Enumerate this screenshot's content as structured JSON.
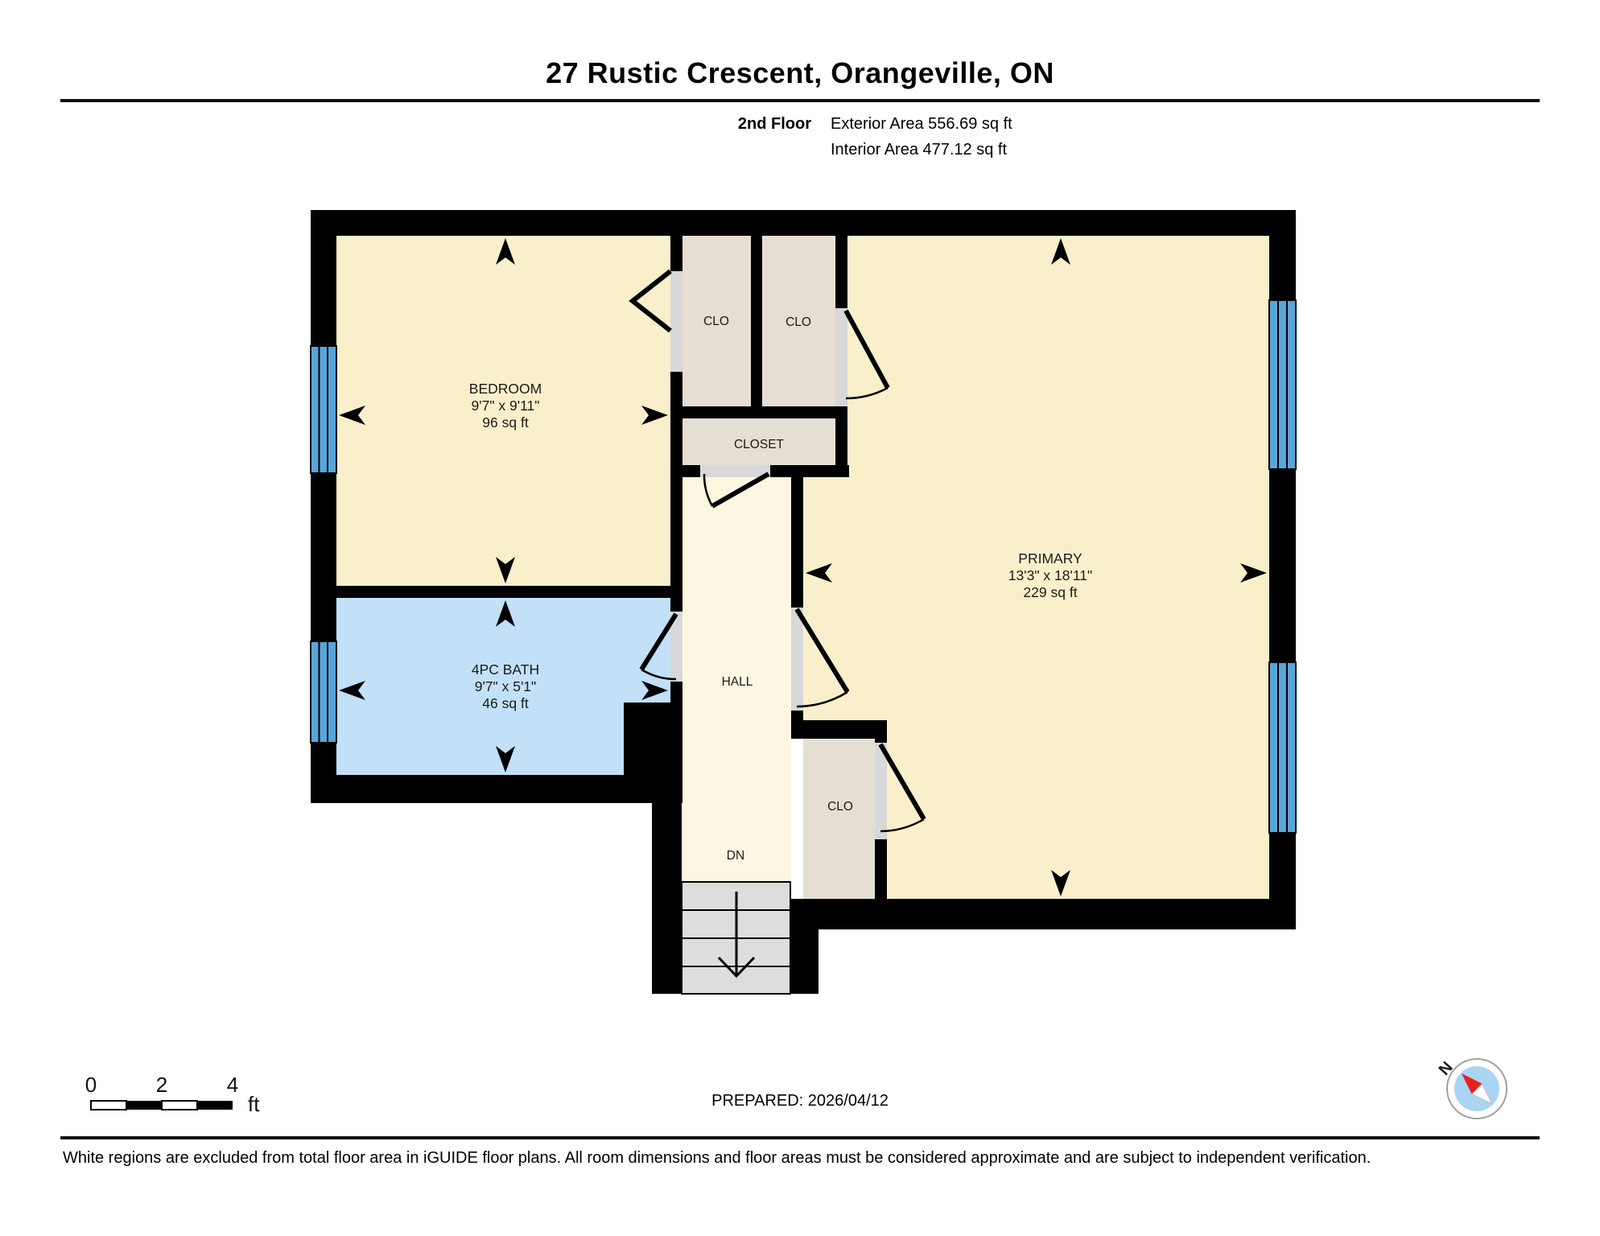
{
  "header": {
    "title": "27 Rustic Crescent, Orangeville, ON",
    "floor_label": "2nd Floor",
    "exterior_area": "Exterior Area 556.69 sq ft",
    "interior_area": "Interior Area 477.12 sq ft"
  },
  "plan": {
    "rooms": {
      "bedroom": {
        "name": "BEDROOM",
        "dims": "9'7\" x 9'11\"",
        "area": "96 sq ft"
      },
      "bath": {
        "name": "4PC BATH",
        "dims": "9'7\" x 5'1\"",
        "area": "46 sq ft"
      },
      "primary": {
        "name": "PRIMARY",
        "dims": "13'3\" x 18'11\"",
        "area": "229 sq ft"
      },
      "closet_top_left": {
        "name": "CLO"
      },
      "closet_top_right": {
        "name": "CLO"
      },
      "closet_hall": {
        "name": "CLOSET"
      },
      "closet_primary": {
        "name": "CLO"
      },
      "hall": {
        "name": "HALL"
      },
      "stairs_down": {
        "name": "DN"
      }
    },
    "colors": {
      "wall": "#000000",
      "room_fill": "#FAEFCB",
      "hall_fill": "#FDF7E1",
      "closet_fill": "#E5DED2",
      "bath_fill": "#C2E1F8",
      "window": "#58A5DB",
      "door_opening": "#D8D8D8",
      "stairs_fill": "#DDDDDD"
    }
  },
  "footer": {
    "scale_bar": {
      "ticks": [
        "0",
        "2",
        "4"
      ],
      "unit": "ft"
    },
    "prepared": "PREPARED: 2026/04/12",
    "compass": {
      "label": "N",
      "needle_color": "#E8211D",
      "dial_color": "#A9D5F3"
    },
    "disclaimer": "White regions are excluded from total floor area in iGUIDE floor plans. All room dimensions and floor areas must be considered approximate and are subject to independent verification."
  }
}
